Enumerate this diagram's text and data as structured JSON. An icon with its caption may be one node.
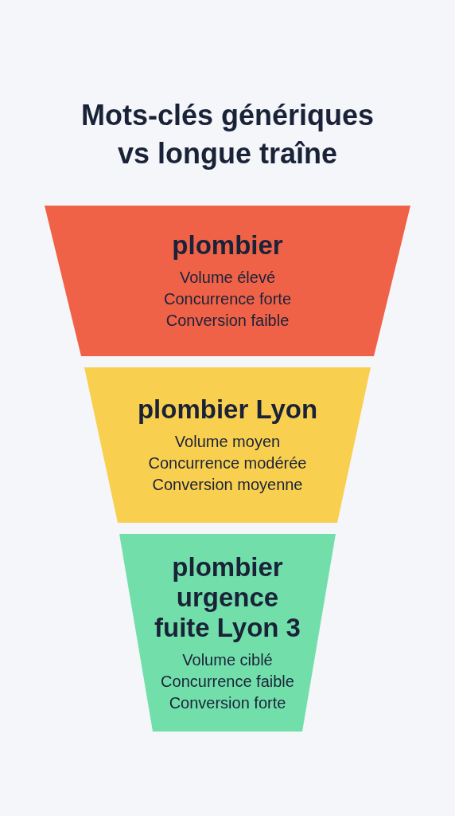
{
  "diagram": {
    "title": "Mots-clés génériques vs longue traîne",
    "nodes": [
      {
        "text": [
          "plombier",
          "Volume élevé",
          "Concurrence forte",
          "Conversion faible"
        ]
      },
      {
        "text": [
          "plombier Lyon",
          "Volume moyen",
          "Concurrence modérée",
          "Conversion moyenne"
        ]
      },
      {
        "text": [
          "plombier urgence fuite Lyon 3",
          "Volume ciblé",
          "Concurrence faible",
          "Conversion forte"
        ]
      }
    ]
  }
}
